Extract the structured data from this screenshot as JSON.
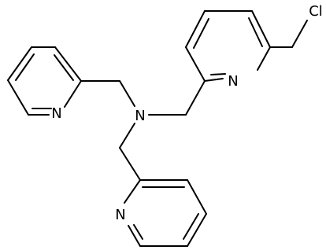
{
  "atoms": {
    "n_amine": "N",
    "n_py_left": "N",
    "n_py_bottom": "N",
    "n_py_right": "N",
    "chlorine": "Cl"
  }
}
